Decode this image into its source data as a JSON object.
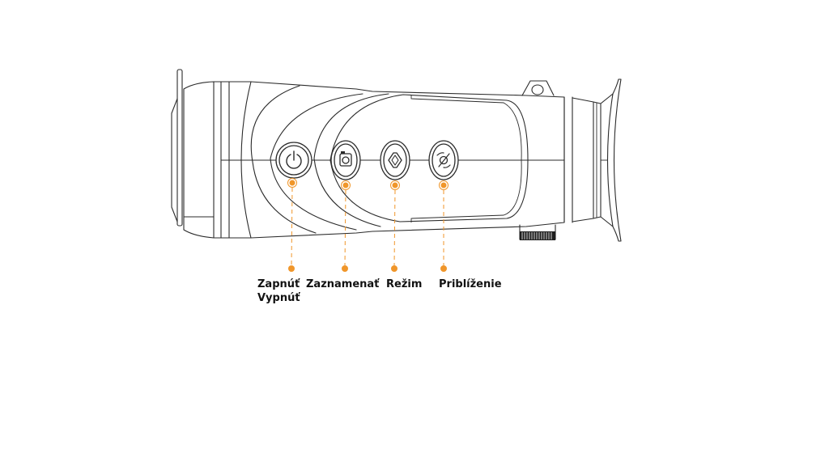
{
  "diagram": {
    "labels": {
      "power_line1": "Zapnúť",
      "power_line2": "Vypnúť",
      "record": "Zaznamenať",
      "mode": "Režim",
      "zoom": "Priblíženie"
    },
    "colors": {
      "callout": "#f0962a",
      "outline": "#2b2b2b",
      "label_text": "#111111",
      "background": "#ffffff"
    },
    "icons": {
      "power_button": "power-icon",
      "record_button": "camera-icon",
      "mode_button": "mode-diamond-icon",
      "zoom_button": "zoom-icon"
    }
  }
}
